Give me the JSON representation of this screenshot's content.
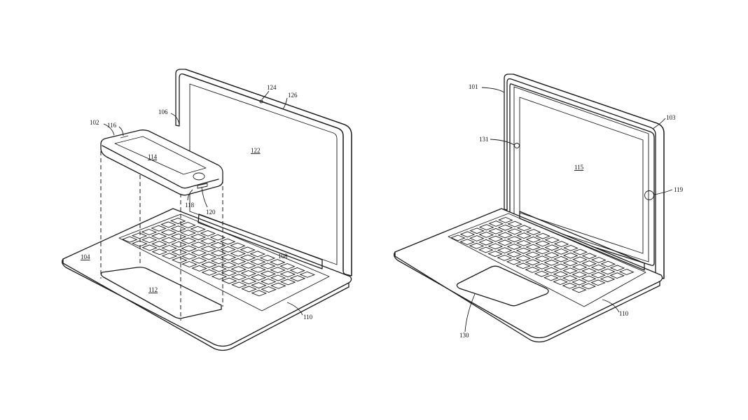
{
  "figure": {
    "left_view": {
      "labels": {
        "r102": "102",
        "r104": "104",
        "r106": "106",
        "r108": "108",
        "r110": "110",
        "r112": "112",
        "r114": "114",
        "r116": "116",
        "r118": "118",
        "r120": "120",
        "r122": "122",
        "r124": "124",
        "r126": "126"
      }
    },
    "right_view": {
      "labels": {
        "r101": "101",
        "r103": "103",
        "r110": "110",
        "r115": "115",
        "r119": "119",
        "r130": "130",
        "r131": "131"
      }
    }
  }
}
